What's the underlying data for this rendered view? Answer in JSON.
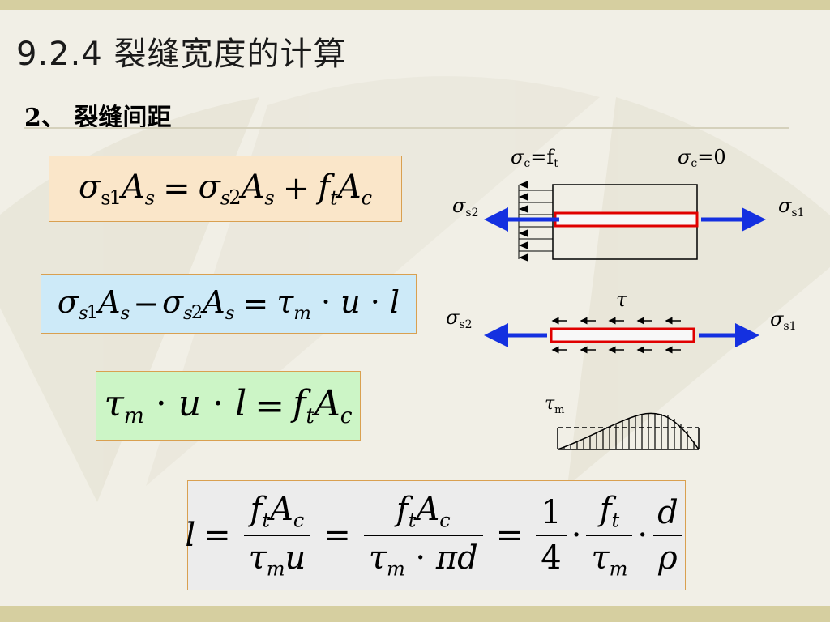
{
  "slide": {
    "title": "9.2.4 裂缝宽度的计算",
    "subtitle": "2、 裂缝间距"
  },
  "diagram1": {
    "label_left_top": "σ",
    "label_left_top_sub": "c",
    "label_left_top_rest": "=f",
    "label_left_top_rest_sub": "t",
    "label_right_top": "σ",
    "label_right_top_sub": "c",
    "label_right_top_rest": "=0",
    "left_force": "σ",
    "left_force_sub": "s2",
    "right_force": "σ",
    "right_force_sub": "s1"
  },
  "diagram2": {
    "tau": "τ",
    "left_force": "σ",
    "left_force_sub": "s2",
    "right_force": "σ",
    "right_force_sub": "s1"
  },
  "diagram3": {
    "label": "τ",
    "label_sub": "m"
  },
  "colors": {
    "rebar_red": "#e00000",
    "arrow_blue": "#1430e0",
    "box_border": "#d9a050"
  }
}
